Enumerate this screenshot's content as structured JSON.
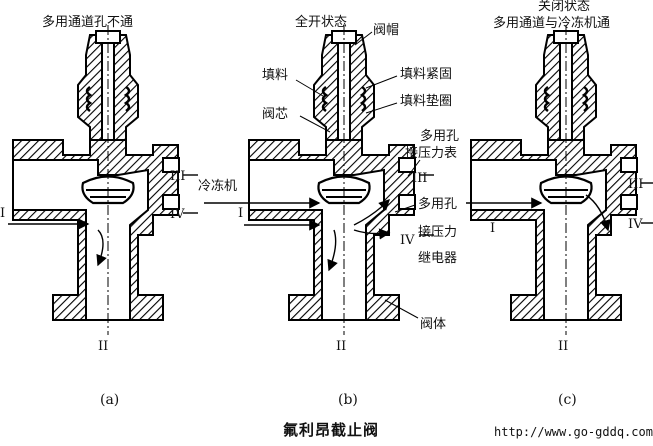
{
  "title": "氟利昂截止阀",
  "url": "http://www.go-gddq.com",
  "panels": {
    "a": {
      "heading": "多用通道孔不通",
      "caption": "(a)",
      "ports": {
        "I": "I",
        "II": "II",
        "III": "III",
        "IV": "IV"
      }
    },
    "b": {
      "heading": "全开状态",
      "caption": "(b)",
      "labels": {
        "cap": "阀帽",
        "packing": "填料",
        "packing_tight": "填料紧固",
        "packing_washer": "填料垫圈",
        "spool": "阀芯",
        "multi_hole_gauge_1": "多用孔",
        "multi_hole_gauge_2": "接压力表",
        "refrigerator": "冷冻机",
        "multi_hole_relay_1": "多用孔",
        "multi_hole_relay_2": "接压力",
        "multi_hole_relay_3": "继电器",
        "body": "阀体"
      },
      "ports": {
        "I": "I",
        "II": "II",
        "III": "III",
        "IV": "IV"
      }
    },
    "c": {
      "heading_1": "关闭状态",
      "heading_2": "多用通道与冷冻机通",
      "caption": "(c)",
      "ports": {
        "I": "I",
        "II": "II",
        "III": "III",
        "IV": "IV"
      }
    }
  }
}
